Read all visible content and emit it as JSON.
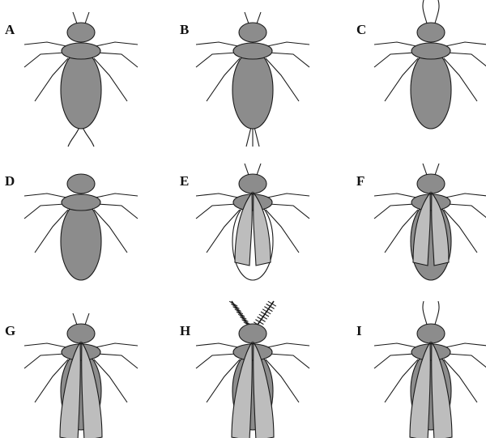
{
  "figure": {
    "colors": {
      "body_fill": "#8c8c8c",
      "wing_fill": "#bdbdbd",
      "white_abdomen": "#ffffff",
      "stroke": "#1a1a1a",
      "background": "#ffffff"
    },
    "panels": [
      {
        "label": "A",
        "antennae": "short",
        "cerci": "long-curved",
        "wings": "none",
        "abdomen": "gray"
      },
      {
        "label": "B",
        "antennae": "short",
        "cerci": "long-straight",
        "wings": "none",
        "abdomen": "gray"
      },
      {
        "label": "C",
        "antennae": "long-curved",
        "cerci": "none",
        "wings": "none",
        "abdomen": "gray"
      },
      {
        "label": "D",
        "antennae": "none",
        "cerci": "none",
        "wings": "none",
        "abdomen": "gray"
      },
      {
        "label": "E",
        "antennae": "short",
        "cerci": "none",
        "wings": "short",
        "abdomen": "white"
      },
      {
        "label": "F",
        "antennae": "short",
        "cerci": "none",
        "wings": "short",
        "abdomen": "gray"
      },
      {
        "label": "G",
        "antennae": "short",
        "cerci": "none",
        "wings": "long",
        "abdomen": "gray"
      },
      {
        "label": "H",
        "antennae": "feathery",
        "cerci": "none",
        "wings": "long",
        "abdomen": "gray"
      },
      {
        "label": "I",
        "antennae": "long-curved",
        "cerci": "none",
        "wings": "long",
        "abdomen": "gray"
      }
    ]
  }
}
